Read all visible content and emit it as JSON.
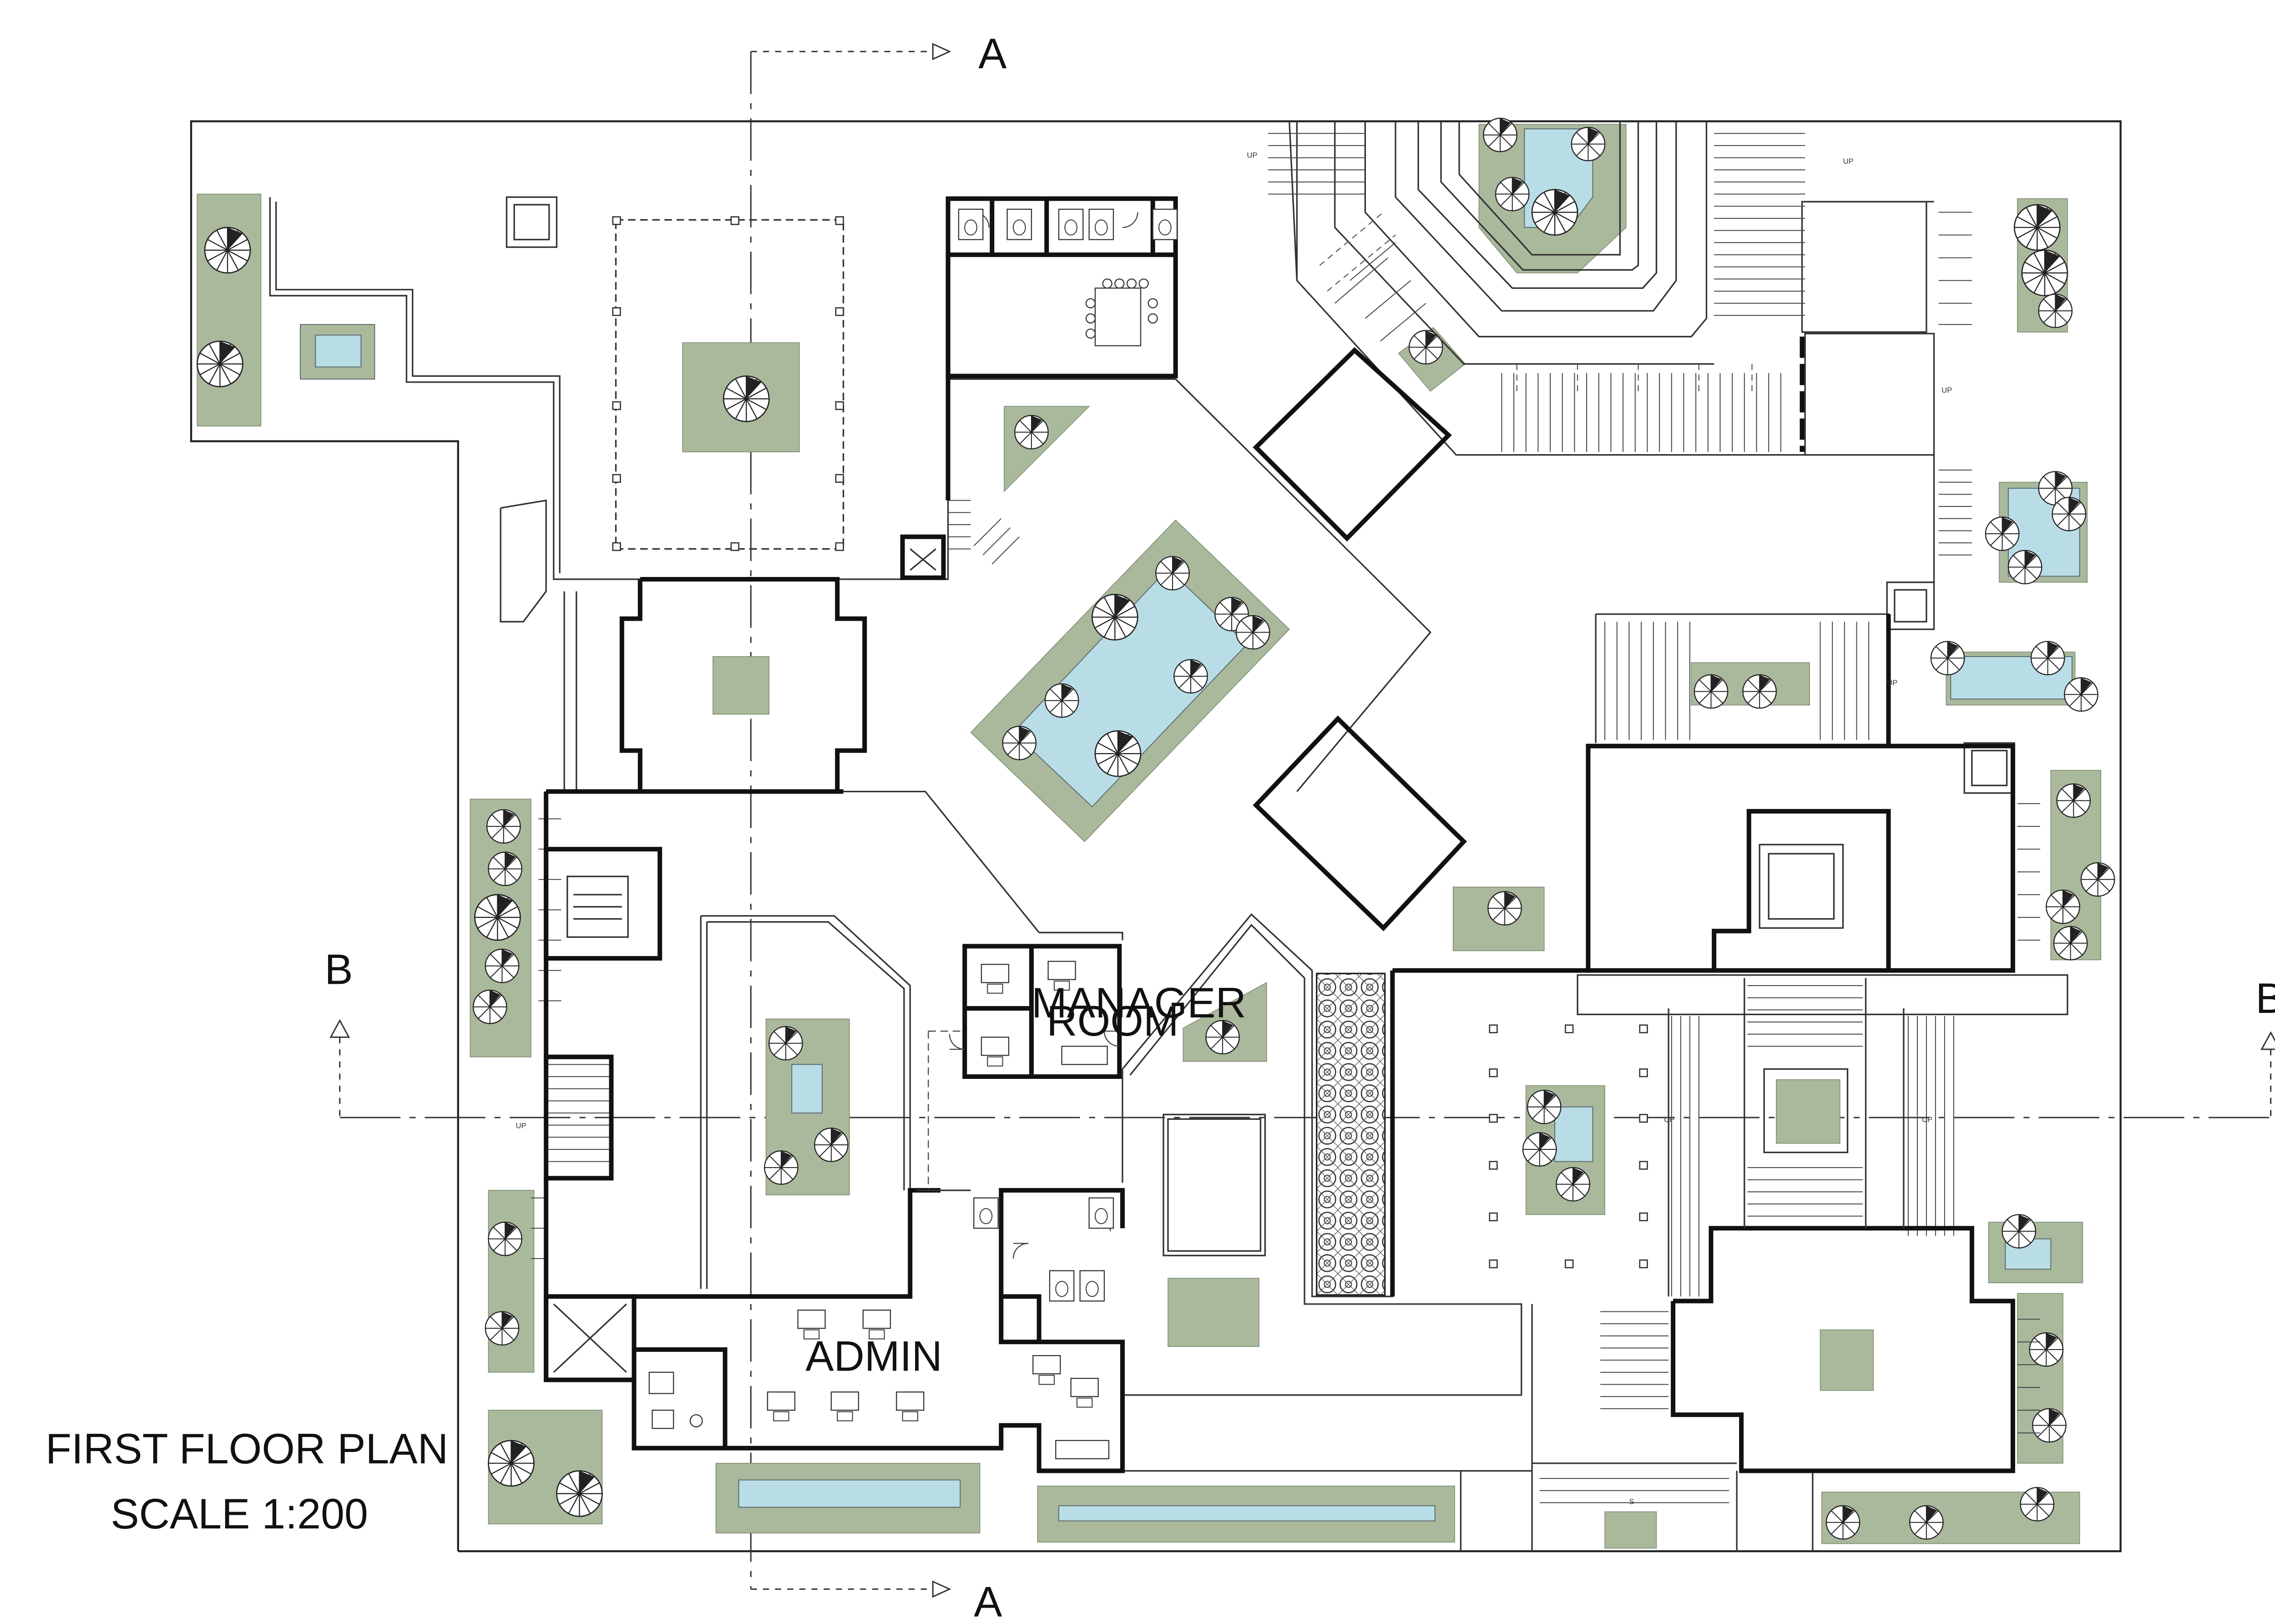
{
  "title": {
    "line1": "FIRST FLOOR PLAN",
    "line2": "SCALE 1:200"
  },
  "section_marks": {
    "a_top": "A",
    "a_bottom": "A",
    "b_left": "B",
    "b_right": "B"
  },
  "rooms": {
    "manager_line1": "MANAGER",
    "manager_line2": "ROOM",
    "admin": "ADMIN"
  },
  "stair_marks": {
    "up_1": "UP",
    "up_2": "UP",
    "up_3": "UP",
    "up_4": "UP",
    "up_5": "UP",
    "up_6": "UP",
    "up_7": "UP",
    "s": "S"
  },
  "colors": {
    "wall": "#111111",
    "line": "#333333",
    "landscape": "#aab89c",
    "water": "#b9dde6",
    "background": "#ffffff"
  }
}
